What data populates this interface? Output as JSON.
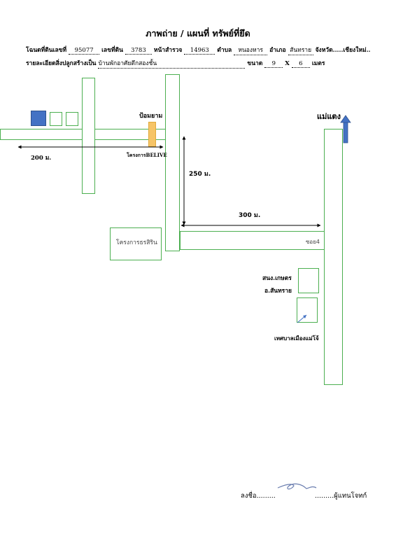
{
  "document": {
    "title": "ภาพถ่าย / แผนที่ ทรัพย์ที่ยึด",
    "line1": {
      "deed_label": "โฉนดที่ดินเลขที่",
      "deed_no": "95077",
      "land_no_label": "เลขที่ดิน",
      "land_no": "3783",
      "survey_label": "หน้าสำรวจ",
      "survey_no": "14963",
      "subdistrict_label": "ตำบล",
      "subdistrict": "หนองหาร",
      "district_label": "อำเภอ",
      "district": "สันทราย",
      "province_label": "จังหวัด.....",
      "province": "เชียงใหม่.."
    },
    "line2": {
      "detail_label": "รายละเอียดสิ่งปลูกสร้างเป็น",
      "detail": "บ้านพักอาศัยตึกสองชั้น",
      "size_label": "ขนาด",
      "width": "9",
      "x": "X",
      "length": "6",
      "unit": "เมตร"
    }
  },
  "map": {
    "gas_station": "ป้อมยาม",
    "project_belive": "โครงการBELIVE",
    "distance_200": "200  ม.",
    "distance_250": "250 ม.",
    "distance_300": "300 ม.",
    "project_left": "โครงการธรสิริน",
    "soi": "ซอย4",
    "mae_taeng": "แม่แตง",
    "agri_office_1": "สนง.เกษตร",
    "agri_office_2": "อ.สันทราย",
    "municipality": "เทศบาลเมืองแม่โจ้",
    "colors": {
      "road": "#4caf50",
      "target": "#4472c4",
      "gas": "#f6c467",
      "arrow": "#4472c4"
    }
  },
  "signature": {
    "label": "ลงชื่อ.........",
    "suffix": ".........ผู้แทนโจทก์"
  }
}
